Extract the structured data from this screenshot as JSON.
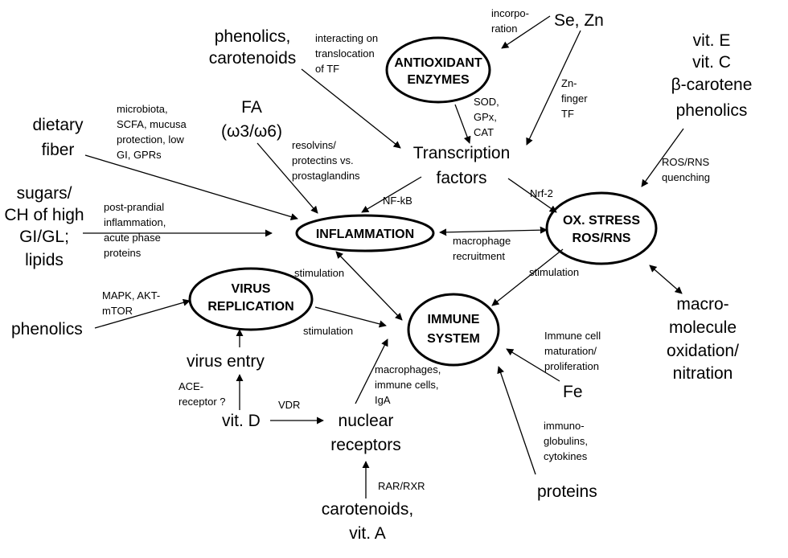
{
  "nodes": {
    "antioxidant_enzymes": [
      "ANTIOXIDANT",
      "ENZYMES"
    ],
    "inflammation": [
      "INFLAMMATION"
    ],
    "ox_stress": [
      "OX. STRESS",
      "ROS/RNS"
    ],
    "virus_replication": [
      "VIRUS",
      "REPLICATION"
    ],
    "immune_system": [
      "IMMUNE",
      "SYSTEM"
    ],
    "se_zn": [
      "Se, Zn"
    ],
    "phenolics_carotenoids": [
      "phenolics,",
      "carotenoids"
    ],
    "vitamins": [
      "vit. E",
      "vit. C",
      "β-carotene",
      "phenolics"
    ],
    "fa": [
      "FA",
      "(ω3/ω6)"
    ],
    "dietary_fiber": [
      "dietary",
      "fiber"
    ],
    "transcription_factors": [
      "Transcription",
      "factors"
    ],
    "sugars": [
      "sugars/",
      "CH of high",
      "GI/GL;",
      "lipids"
    ],
    "phenolics_left": [
      "phenolics"
    ],
    "virus_entry": [
      "virus entry"
    ],
    "vit_d": [
      "vit. D"
    ],
    "nuclear_receptors": [
      "nuclear",
      "receptors"
    ],
    "carotenoids_vit_a": [
      "carotenoids,",
      "vit. A"
    ],
    "fe": [
      "Fe"
    ],
    "proteins": [
      "proteins"
    ],
    "macromolecule": [
      "macro-",
      "molecule",
      "oxidation/",
      "nitration"
    ]
  },
  "labels": {
    "incorporation": [
      "incorpo-",
      "ration"
    ],
    "interacting": [
      "interacting on",
      "translocation",
      "of TF"
    ],
    "zn_finger": [
      "Zn-",
      "finger",
      "TF"
    ],
    "sod": [
      "SOD,",
      "GPx,",
      "CAT"
    ],
    "microbiota": [
      "microbiota,",
      "SCFA, mucusa",
      "protection, low",
      "GI,  GPRs"
    ],
    "resolvins": [
      "resolvins/",
      "protectins vs.",
      "prostaglandins"
    ],
    "ros_quenching": [
      "ROS/RNS",
      "quenching"
    ],
    "nfkb": [
      "NF-kB"
    ],
    "nrf2": [
      "Nrf-2"
    ],
    "postprandial": [
      "post-prandial",
      "inflammation,",
      "acute phase",
      "proteins"
    ],
    "macrophage_recruitment": [
      "macrophage",
      "recruitment"
    ],
    "stimulation_left": [
      "stimulation"
    ],
    "stimulation_right": [
      "stimulation"
    ],
    "stimulation_virus": [
      "stimulation"
    ],
    "mapk": [
      "MAPK, AKT-",
      "mTOR"
    ],
    "immune_cell": [
      "Immune  cell",
      "maturation/",
      "proliferation"
    ],
    "ace": [
      "ACE-",
      "receptor ?"
    ],
    "vdr": [
      "VDR"
    ],
    "macrophages": [
      "macrophages,",
      "immune cells,",
      "IgA"
    ],
    "immunoglobulins": [
      "immuno-",
      "globulins,",
      "cytokines"
    ],
    "rar_rxr": [
      "RAR/RXR"
    ]
  }
}
